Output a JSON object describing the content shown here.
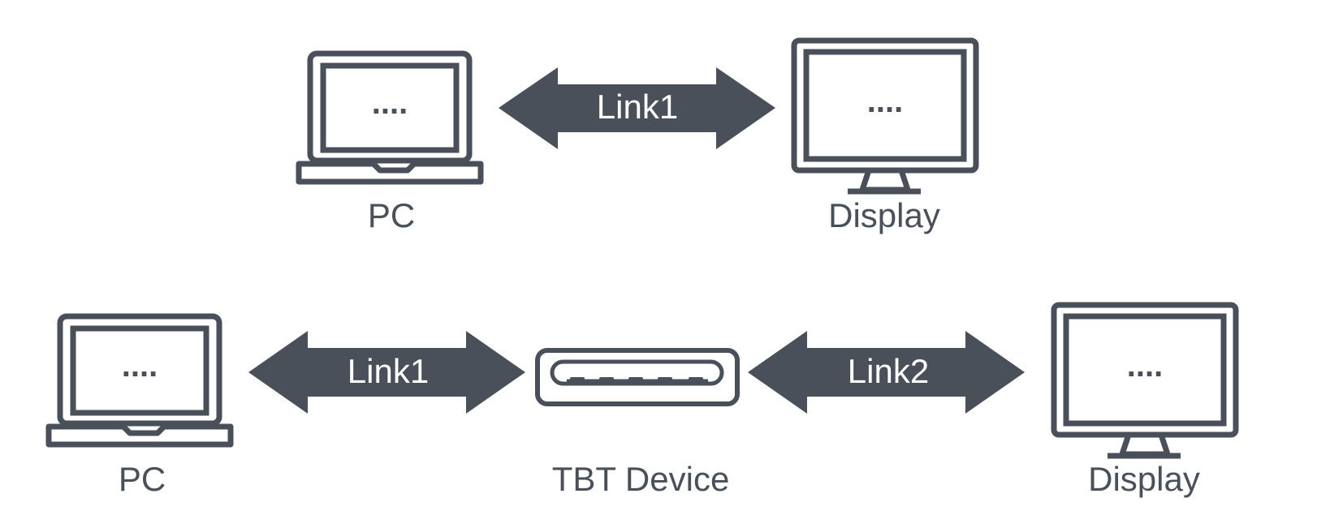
{
  "colors": {
    "primary": "#4a5059",
    "background": "#ffffff",
    "arrow_text": "#ffffff"
  },
  "top_row": {
    "pc": {
      "icon": "laptop-icon",
      "screen_text": "....",
      "label": "PC"
    },
    "link": {
      "icon": "double-arrow-icon",
      "label": "Link1"
    },
    "display": {
      "icon": "monitor-icon",
      "screen_text": "....",
      "label": "Display"
    }
  },
  "bottom_row": {
    "pc": {
      "icon": "laptop-icon",
      "screen_text": "....",
      "label": "PC"
    },
    "link1": {
      "icon": "double-arrow-icon",
      "label": "Link1"
    },
    "tbt": {
      "icon": "usb-c-port-icon",
      "label": "TBT Device"
    },
    "link2": {
      "icon": "double-arrow-icon",
      "label": "Link2"
    },
    "display": {
      "icon": "monitor-icon",
      "screen_text": "....",
      "label": "Display"
    }
  }
}
